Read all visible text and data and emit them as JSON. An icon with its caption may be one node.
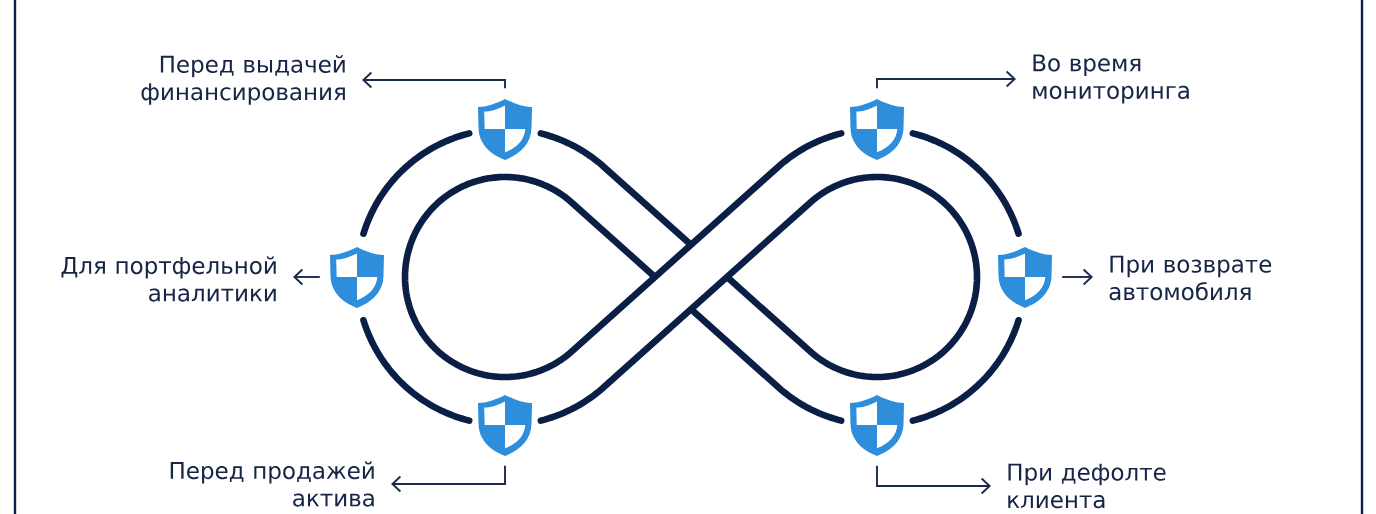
{
  "diagram": {
    "nodes": [
      {
        "text": [
          "Перед выдачей финансирования"
        ]
      },
      {
        "text": [
          "Во время мониторинга"
        ]
      },
      {
        "text": [],
        "shape": "shield"
      },
      {
        "text": [],
        "shape": "shield"
      },
      {
        "text": [
          "Для портфельной аналитики"
        ]
      },
      {
        "text": [],
        "shape": "shield"
      },
      {
        "text": [],
        "shape": "shield"
      },
      {
        "text": [
          "При возврате автомобиля"
        ]
      },
      {
        "text": [],
        "shape": "shield"
      },
      {
        "text": [],
        "shape": "shield"
      },
      {
        "text": [
          "Перед продажей актива"
        ]
      },
      {
        "text": [
          "При дефолте клиента"
        ]
      }
    ],
    "edges": [
      {
        "from": 2,
        "to": 0,
        "arrow": "to"
      },
      {
        "from": 3,
        "to": 1,
        "arrow": "to"
      },
      {
        "from": 5,
        "to": 4,
        "arrow": "to"
      },
      {
        "from": 6,
        "to": 7,
        "arrow": "to"
      },
      {
        "from": 8,
        "to": 10,
        "arrow": "to"
      },
      {
        "from": 9,
        "to": 11,
        "arrow": "to"
      }
    ]
  }
}
